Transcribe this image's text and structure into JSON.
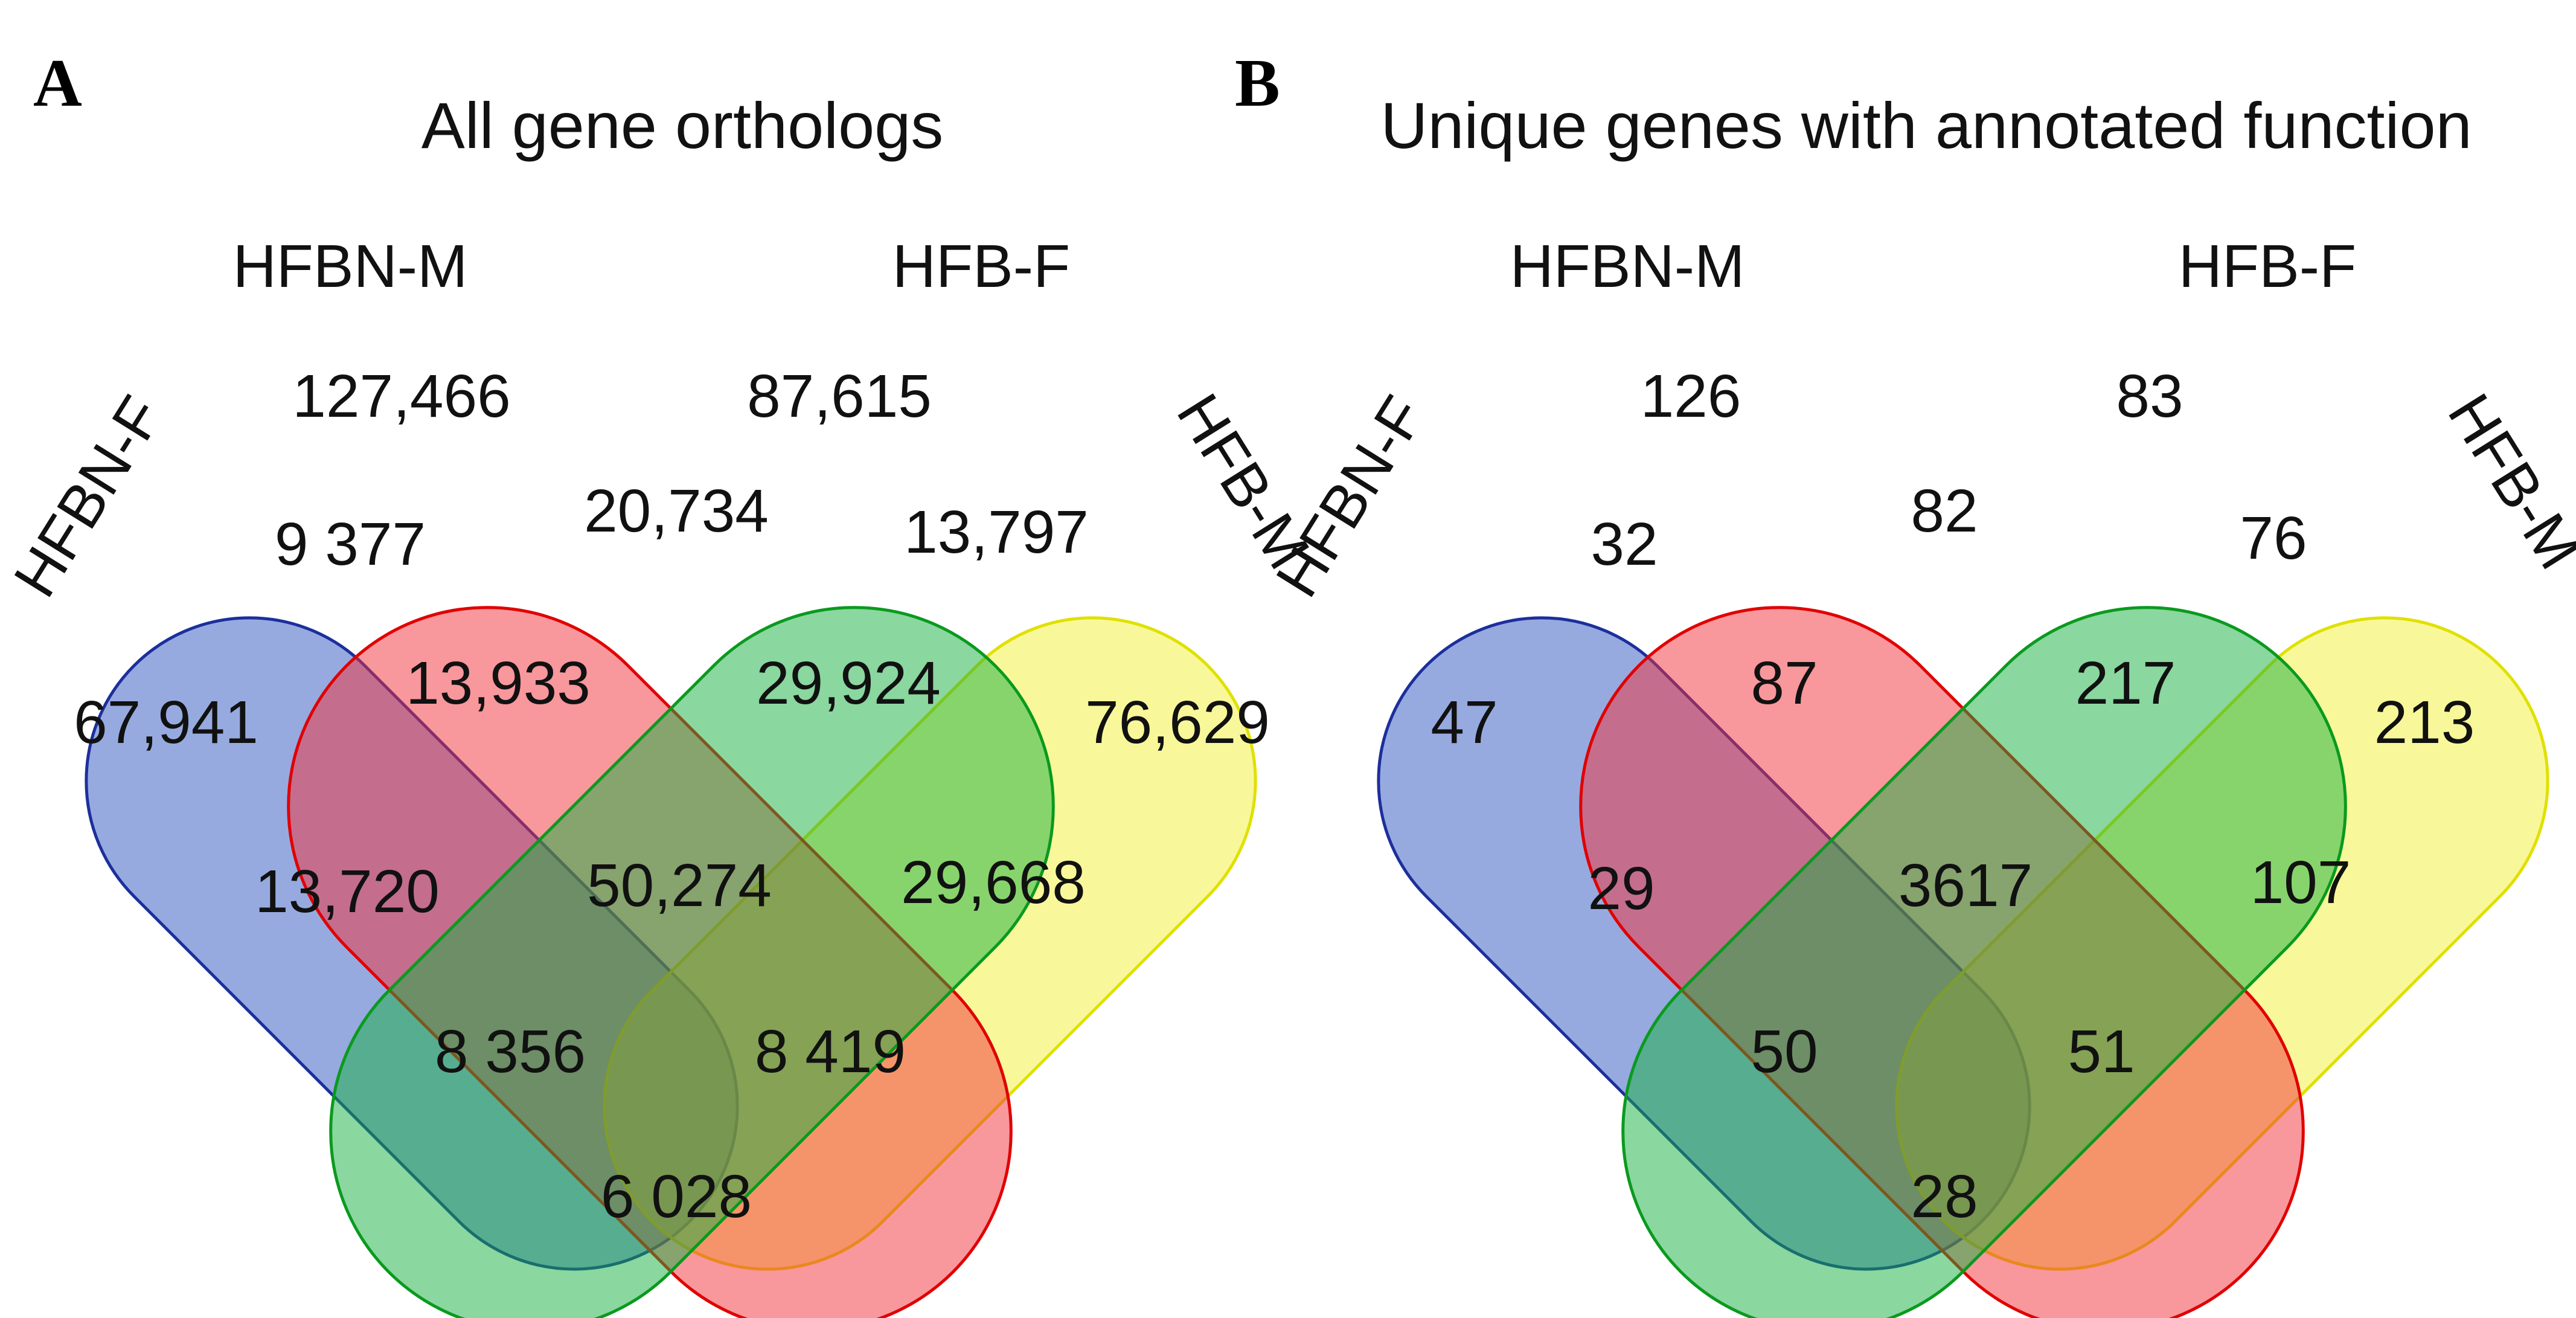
{
  "colors": {
    "HFBN-F": "#2f55c2",
    "HFBN-M": "#f2303a",
    "HFB-F": "#16b040",
    "HFB-M": "#f2f235",
    "HFBN-F_stroke": "#1c2f9c",
    "HFBN-M_stroke": "#e00000",
    "HFB-F_stroke": "#0a9a1e",
    "HFB-M_stroke": "#e0e000"
  },
  "panels": [
    {
      "letter": "A",
      "title": "All gene orthologs",
      "sets": {
        "hfbn_f": "HFBN-F",
        "hfbn_m": "HFBN-M",
        "hfb_f": "HFB-F",
        "hfb_m": "HFB-M"
      },
      "regions": {
        "hfbn_m_only": "127,466",
        "hfb_f_only": "87,615",
        "hfbn_f_only": "67,941",
        "hfb_m_only": "76,629",
        "hfbn_f_hfbn_m": "9 377",
        "hfbn_m_hfb_f": "20,734",
        "hfb_f_hfb_m": "13,797",
        "hfbn_f_hfbn_m_hfb_f": "13,933",
        "hfbn_m_hfb_f_hfb_m": "29,924",
        "hfbn_f_hfb_f": "13,720",
        "all_four": "50,274",
        "hfbn_m_hfb_m": "29,668",
        "hfbn_f_hfb_f_hfb_m": "8 356",
        "hfbn_f_hfbn_m_hfb_m": "8 419",
        "hfbn_f_hfb_m": "6 028"
      }
    },
    {
      "letter": "B",
      "title": "Unique genes with annotated function",
      "sets": {
        "hfbn_f": "HFBN-F",
        "hfbn_m": "HFBN-M",
        "hfb_f": "HFB-F",
        "hfb_m": "HFB-M"
      },
      "regions": {
        "hfbn_m_only": "126",
        "hfb_f_only": "83",
        "hfbn_f_only": "47",
        "hfb_m_only": "213",
        "hfbn_f_hfbn_m": "32",
        "hfbn_m_hfb_f": "82",
        "hfb_f_hfb_m": "76",
        "hfbn_f_hfbn_m_hfb_f": "87",
        "hfbn_m_hfb_f_hfb_m": "217",
        "hfbn_f_hfb_f": "29",
        "all_four": "3617",
        "hfbn_m_hfb_m": "107",
        "hfbn_f_hfb_f_hfb_m": "50",
        "hfbn_f_hfbn_m_hfb_m": "51",
        "hfbn_f_hfb_m": "28"
      }
    }
  ]
}
